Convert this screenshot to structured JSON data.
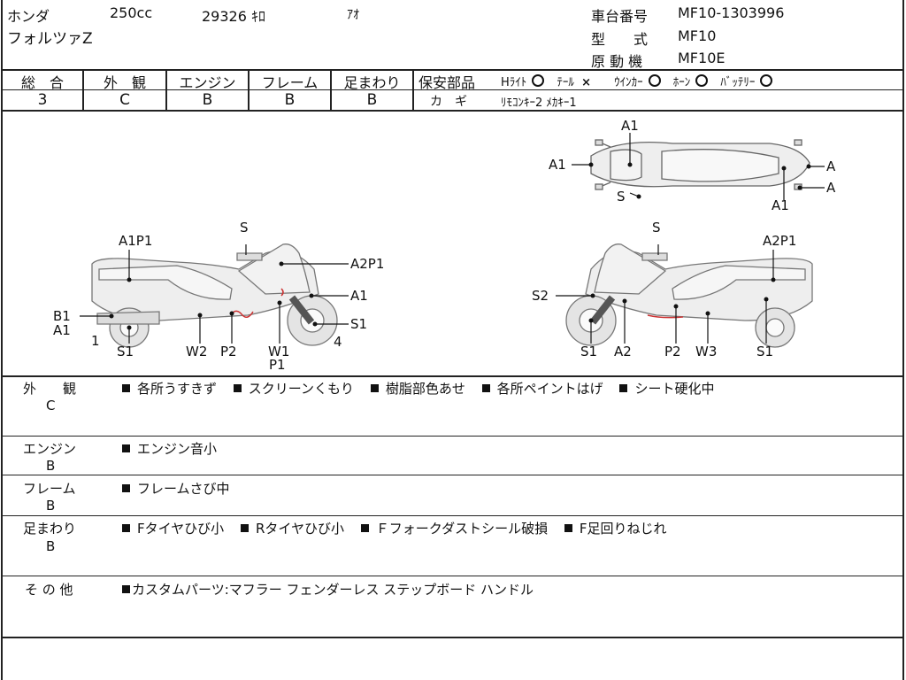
{
  "header": {
    "maker": "ホンダ",
    "displacement": "250cc",
    "mileage": "29326 ｷﾛ",
    "color": "ｱｵ",
    "model_name": "フォルツァZ",
    "frame_no_label": "車台番号",
    "frame_no": "MF10-1303996",
    "type_label": "型　　式",
    "type": "MF10",
    "engine_label": "原 動 機",
    "engine": "MF10E"
  },
  "grades": {
    "headers": [
      "総　合",
      "外　観",
      "エンジン",
      "フレーム",
      "足まわり"
    ],
    "values": [
      "3",
      "C",
      "B",
      "B",
      "B"
    ]
  },
  "safety": {
    "label": "保安部品",
    "items": [
      {
        "name": "Hﾗｲﾄ",
        "mark": "circle"
      },
      {
        "name": "ﾃｰﾙ",
        "mark": "×"
      },
      {
        "name": "ｳｲﾝｶｰ",
        "mark": "circle"
      },
      {
        "name": "ﾎｰﾝ",
        "mark": "circle"
      },
      {
        "name": "ﾊﾞｯﾃﾘｰ",
        "mark": "circle"
      }
    ],
    "key_label": "カ　ギ",
    "key_value": "ﾘﾓｺﾝｷｰ2 ﾒｶｷｰ1"
  },
  "diagram": {
    "top": {
      "a1_top": "A1",
      "a1_left": "A1",
      "s": "S",
      "a_right1": "A",
      "a_right2": "A",
      "a1_bottom": "A1"
    },
    "left": {
      "a1p1": "A1P1",
      "s": "S",
      "a2p1": "A2P1",
      "a1_right": "A1",
      "b1": "B1",
      "a1_left": "A1",
      "one": "1",
      "s1_right": "S1",
      "four": "4",
      "s1_bottom": "S1",
      "w2": "W2",
      "p2": "P2",
      "w1": "W1",
      "p1": "P1"
    },
    "right": {
      "s": "S",
      "a2p1": "A2P1",
      "s2": "S2",
      "s1_left": "S1",
      "a2": "A2",
      "p2": "P2",
      "w3": "W3",
      "s1_right": "S1"
    }
  },
  "remarks": [
    {
      "label": "外　　観",
      "grade": "C",
      "items": [
        "各所うすきず",
        "スクリーンくもり",
        "樹脂部色あせ",
        "各所ペイントはげ",
        "シート硬化中"
      ]
    },
    {
      "label": "エンジン",
      "grade": "B",
      "items": [
        "エンジン音小"
      ]
    },
    {
      "label": "フレーム",
      "grade": "B",
      "items": [
        "フレームさび中"
      ]
    },
    {
      "label": "足まわり",
      "grade": "B",
      "items": [
        "Fタイヤひび小",
        "Rタイヤひび小",
        "Ｆフォークダストシール破損",
        "F足回りねじれ"
      ]
    },
    {
      "label": "そ の 他",
      "grade": "",
      "items": [
        "カスタムパーツ:マフラー フェンダーレス ステップボード ハンドル"
      ]
    }
  ]
}
